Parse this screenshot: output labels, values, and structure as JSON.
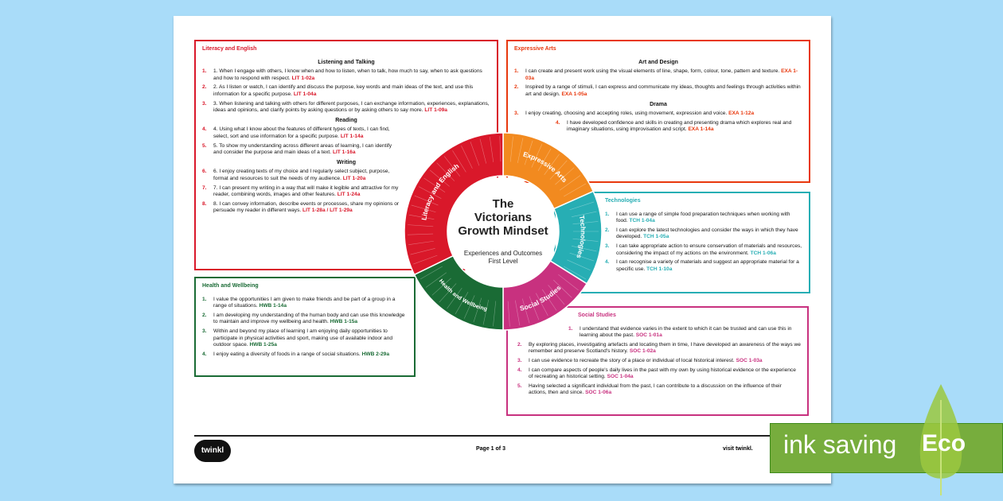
{
  "colors": {
    "literacy": "#d9182a",
    "health": "#1a6b35",
    "expressive": "#e8380d",
    "expressive_wheel": "#f28a1f",
    "technologies": "#27aeb4",
    "social": "#c8317f",
    "background": "#a9dcf9",
    "eco": "#77ad3d"
  },
  "wheel": {
    "title_lines": [
      "The",
      "Victorians",
      "Growth Mindset"
    ],
    "subtitle_lines": [
      "Experiences and Outcomes",
      "First Level"
    ],
    "segments": [
      {
        "label": "Expressive Arts"
      },
      {
        "label": "Technologies"
      },
      {
        "label": "Social Studies"
      },
      {
        "label": "Health and Wellbeing"
      },
      {
        "label": "Literacy and English"
      }
    ]
  },
  "literacy": {
    "title": "Literacy and English",
    "sections": [
      {
        "heading": "Listening and Talking",
        "items": [
          {
            "num": "1.",
            "text": "1. When I engage with others, I know when and how to listen, when to talk, how much to say, when to ask questions and how to respond with respect.",
            "code": "LIT 1-02a"
          },
          {
            "num": "2.",
            "text": "2. As I listen or watch, I can identify and discuss the purpose, key words and main ideas of the text, and use this information for a specific purpose.",
            "code": "LIT 1-04a"
          },
          {
            "num": "3.",
            "text": "3. When listening and talking with others for different purposes, I can exchange information, experiences, explanations, ideas and opinions, and clarify points by asking questions or by asking others to say more.",
            "code": "LIT 1-09a"
          }
        ]
      },
      {
        "heading": "Reading",
        "items": [
          {
            "num": "4.",
            "text": "4. Using what I know about the features of different types of texts, I can find, select, sort and use information for a specific purpose.",
            "code": "LIT 1-14a"
          },
          {
            "num": "5.",
            "text": "5. To show my understanding across different areas of learning, I can identify and consider the purpose and main ideas of a text.",
            "code": "LIT 1-16a"
          }
        ]
      },
      {
        "heading": "Writing",
        "items": [
          {
            "num": "6.",
            "text": "6. I enjoy creating texts of my choice and I regularly select subject, purpose, format and resources to suit the needs of my audience.",
            "code": "LIT 1-20a"
          },
          {
            "num": "7.",
            "text": "7. I can present my writing in a way that will make it legible and attractive for my reader, combining words, images and other features.",
            "code": "LIT 1-24a"
          },
          {
            "num": "8.",
            "text": "8. I can convey information, describe events or processes, share my opinions or persuade my reader in different ways.",
            "code": "LIT 1-28a / LIT 1-29a"
          }
        ]
      }
    ]
  },
  "health": {
    "title": "Health and Wellbeing",
    "items": [
      {
        "num": "1.",
        "text": "I value the opportunities I am given to make friends and be part of a group in a range of situations.",
        "code": "HWB 1-14a"
      },
      {
        "num": "2.",
        "text": "I am developing my understanding of the human body and can use this knowledge to maintain and improve my wellbeing and health.",
        "code": "HWB 1-15a"
      },
      {
        "num": "3.",
        "text": "Within and beyond my place of learning I am enjoying daily opportunities to participate in physical activities and sport, making use of available indoor and outdoor space.",
        "code": "HWB 1-25a"
      },
      {
        "num": "4.",
        "text": "I enjoy eating a diversity of foods in a range of social situations.",
        "code": "HWB 2-29a"
      }
    ]
  },
  "expressive": {
    "title": "Expressive Arts",
    "sections": [
      {
        "heading": "Art and Design",
        "items": [
          {
            "num": "1.",
            "text": "I can create and present work using the visual elements of line, shape, form, colour, tone, pattern and texture.",
            "code": "EXA 1-03a"
          },
          {
            "num": "2.",
            "text": "Inspired by a range of stimuli, I can express and communicate my ideas, thoughts and feelings through activities within art and design.",
            "code": "EXA 1-05a"
          }
        ]
      },
      {
        "heading": "Drama",
        "items": [
          {
            "num": "3.",
            "text": "I enjoy creating, choosing and accepting roles, using movement, expression and voice.",
            "code": "EXA 1-12a"
          },
          {
            "num": "4.",
            "text": "I have developed confidence and skills in creating and presenting drama which explores real and imaginary situations, using improvisation and script.",
            "code": "EXA 1-14a"
          }
        ]
      }
    ]
  },
  "technologies": {
    "title": "Technologies",
    "items": [
      {
        "num": "1.",
        "text": "I can use a range of simple food preparation techniques when working with food.",
        "code": "TCH 1-04a"
      },
      {
        "num": "2.",
        "text": "I can explore the latest technologies and consider the ways in which they have developed.",
        "code": "TCH 1-05a"
      },
      {
        "num": "3.",
        "text": "I can take appropriate action to ensure conservation of materials and resources, considering the impact of my actions on the environment.",
        "code": "TCH 1-06a"
      },
      {
        "num": "4.",
        "text": "I can recognise a variety of materials and suggest an appropriate material for a specific use.",
        "code": "TCH 1-10a"
      }
    ]
  },
  "social": {
    "title": "Social Studies",
    "items": [
      {
        "num": "1.",
        "text": "I understand that evidence varies in the extent to which it can be trusted and can use this in learning about the past.",
        "code": "SOC 1-01a"
      },
      {
        "num": "2.",
        "text": "By exploring places, investigating artefacts and locating them in time, I have developed an awareness of the ways we remember and preserve Scotland's history.",
        "code": "SOC 1-02a"
      },
      {
        "num": "3.",
        "text": "I can use evidence to recreate the story of a place or individual of local historical interest.",
        "code": "SOC 1-03a"
      },
      {
        "num": "4.",
        "text": "I can compare aspects of people's daily lives in the past with my own by using historical evidence or the experience of recreating an historical setting.",
        "code": "SOC 1-04a"
      },
      {
        "num": "5.",
        "text": "Having selected a significant individual from the past, I can contribute to a discussion on the influence of their actions, then and since.",
        "code": "SOC 1-06a"
      }
    ]
  },
  "footer": {
    "logo": "twinkl",
    "page": "Page 1 of 3",
    "visit": "visit twinkl."
  },
  "eco_badge": {
    "text": "ink saving",
    "label": "Eco"
  }
}
